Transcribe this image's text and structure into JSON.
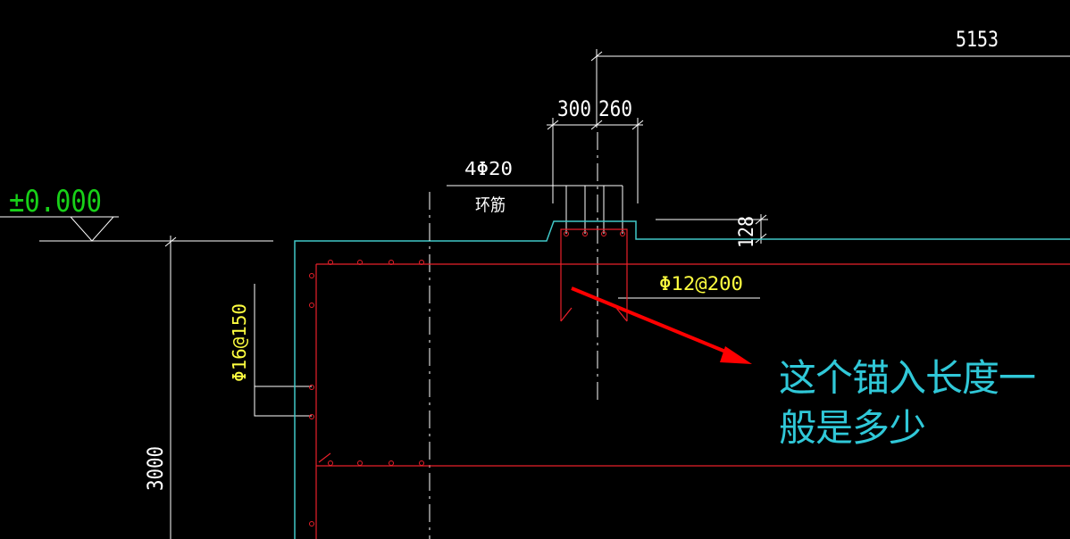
{
  "colors": {
    "background": "#000000",
    "wall_outline": "#40c8c8",
    "rebar": "#e8202a",
    "dimension": "#ffffff",
    "elevation_text": "#18d018",
    "rebar_label": "#ffff40",
    "annotation_text": "#30c8d8",
    "arrow": "#ff0000"
  },
  "drawing": {
    "elevation_label": "±0.000",
    "dim_5153": "5153",
    "dim_300": "300",
    "dim_260": "260",
    "dim_128": "128",
    "dim_3000": "3000",
    "rebar_4phi20": "4Φ20",
    "rebar_ring": "环筋",
    "rebar_phi12": "Φ12@200",
    "rebar_phi16": "Φ16@150"
  },
  "annotation": {
    "line1": "这个锚入长度一",
    "line2": "般是多少",
    "arrow_icon": "arrow-pointer-icon"
  }
}
